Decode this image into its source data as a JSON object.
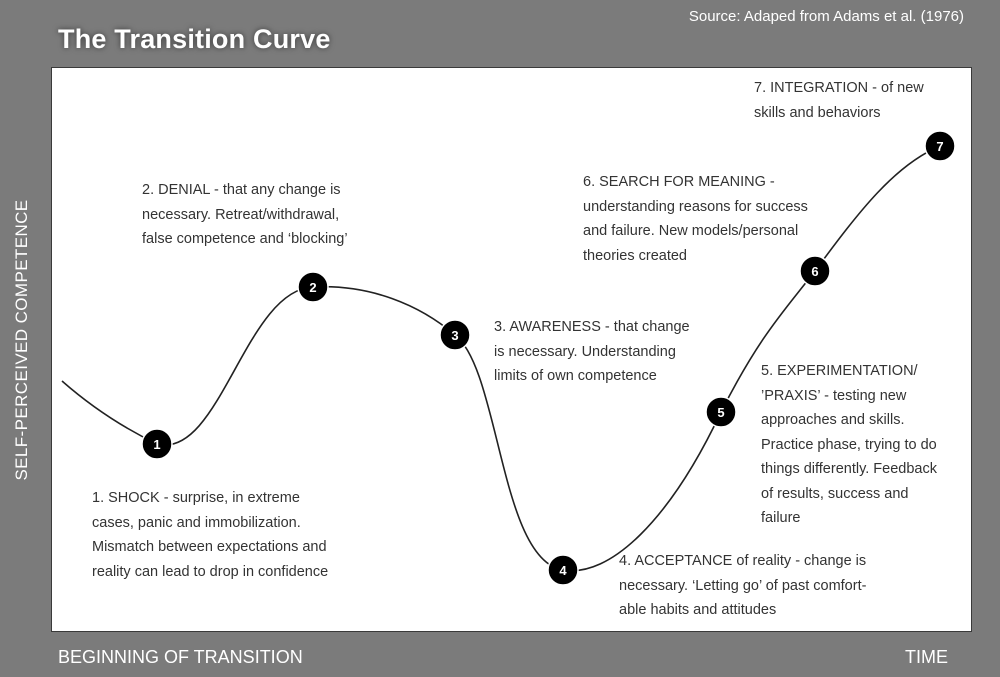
{
  "title": "The Transition Curve",
  "source": "Source: Adaped from Adams et al. (1976)",
  "y_axis_label": "SELF-PERCEIVED COMPETENCE",
  "x_axis_start_label": "BEGINNING OF TRANSITION",
  "x_axis_end_label": "TIME",
  "colors": {
    "background": "#7b7b7b",
    "panel": "#ffffff",
    "marker": "#000000",
    "curve": "#222222",
    "text": "#333333"
  },
  "stages": [
    {
      "number": "1",
      "lines": [
        "1. SHOCK - surprise, in extreme",
        "cases, panic and immobilization.",
        "Mismatch between expectations and",
        "reality can lead to drop in confidence"
      ]
    },
    {
      "number": "2",
      "lines": [
        "2. DENIAL - that any change is",
        "necessary. Retreat/withdrawal,",
        "false competence and ‘blocking’"
      ]
    },
    {
      "number": "3",
      "lines": [
        "3. AWARENESS - that change",
        "is necessary. Understanding",
        "limits of own competence"
      ]
    },
    {
      "number": "4",
      "lines": [
        "4. ACCEPTANCE of reality - change is",
        "necessary. ‘Letting go’ of past comfort-",
        "able habits and attitudes"
      ]
    },
    {
      "number": "5",
      "lines": [
        "5. EXPERIMENTATION/",
        "’PRAXIS’ - testing new",
        "approaches and skills.",
        "Practice phase, trying to do",
        "things differently. Feedback",
        "of results, success and",
        "failure"
      ]
    },
    {
      "number": "6",
      "lines": [
        "6. SEARCH FOR MEANING -",
        "understanding reasons for success",
        "and failure. New models/personal",
        "theories created"
      ]
    },
    {
      "number": "7",
      "lines": [
        "7. INTEGRATION - of new",
        "skills and behaviors"
      ]
    }
  ]
}
